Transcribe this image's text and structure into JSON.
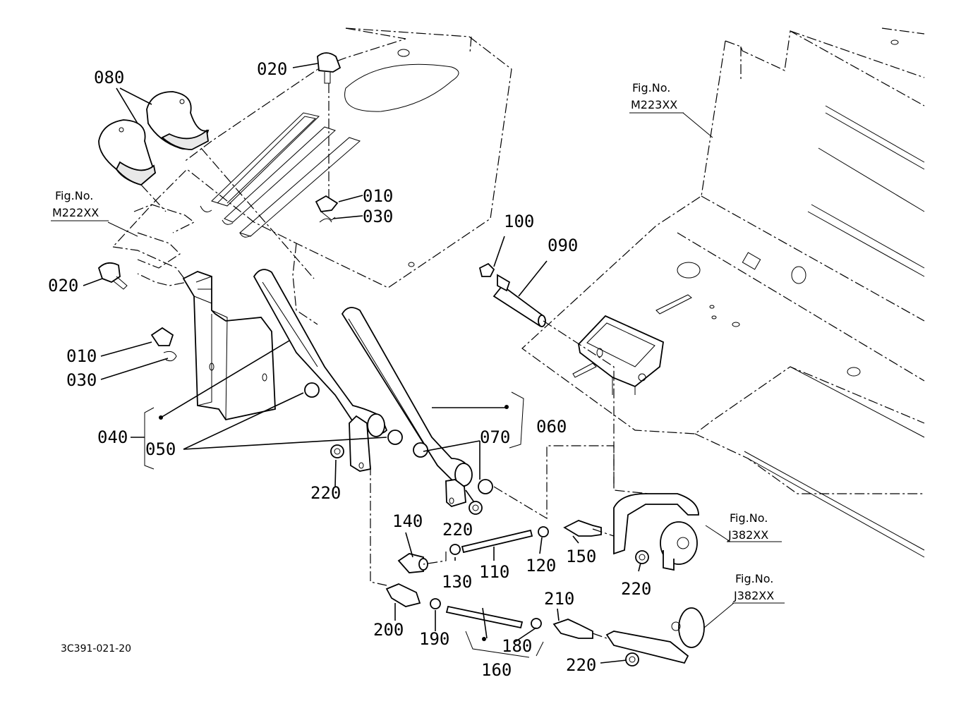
{
  "drawing_code": "3C391-021-20",
  "fig_refs": [
    {
      "line1": "Fig.No.",
      "line2": "M222XX"
    },
    {
      "line1": "Fig.No.",
      "line2": "M223XX"
    },
    {
      "line1": "Fig.No.",
      "line2": "J382XX"
    },
    {
      "line1": "Fig.No.",
      "line2": "J382XX"
    }
  ],
  "parts": {
    "p020a": "020",
    "p080": "080",
    "p010a": "010",
    "p030a": "030",
    "p020b": "020",
    "p010b": "010",
    "p030b": "030",
    "p100": "100",
    "p090": "090",
    "p040": "040",
    "p050": "050",
    "p070": "070",
    "p060": "060",
    "p220a": "220",
    "p220b": "220",
    "p140": "140",
    "p130": "130",
    "p110": "110",
    "p120": "120",
    "p150": "150",
    "p220c": "220",
    "p210": "210",
    "p200": "200",
    "p190": "190",
    "p180": "180",
    "p160": "160",
    "p220d": "220"
  }
}
